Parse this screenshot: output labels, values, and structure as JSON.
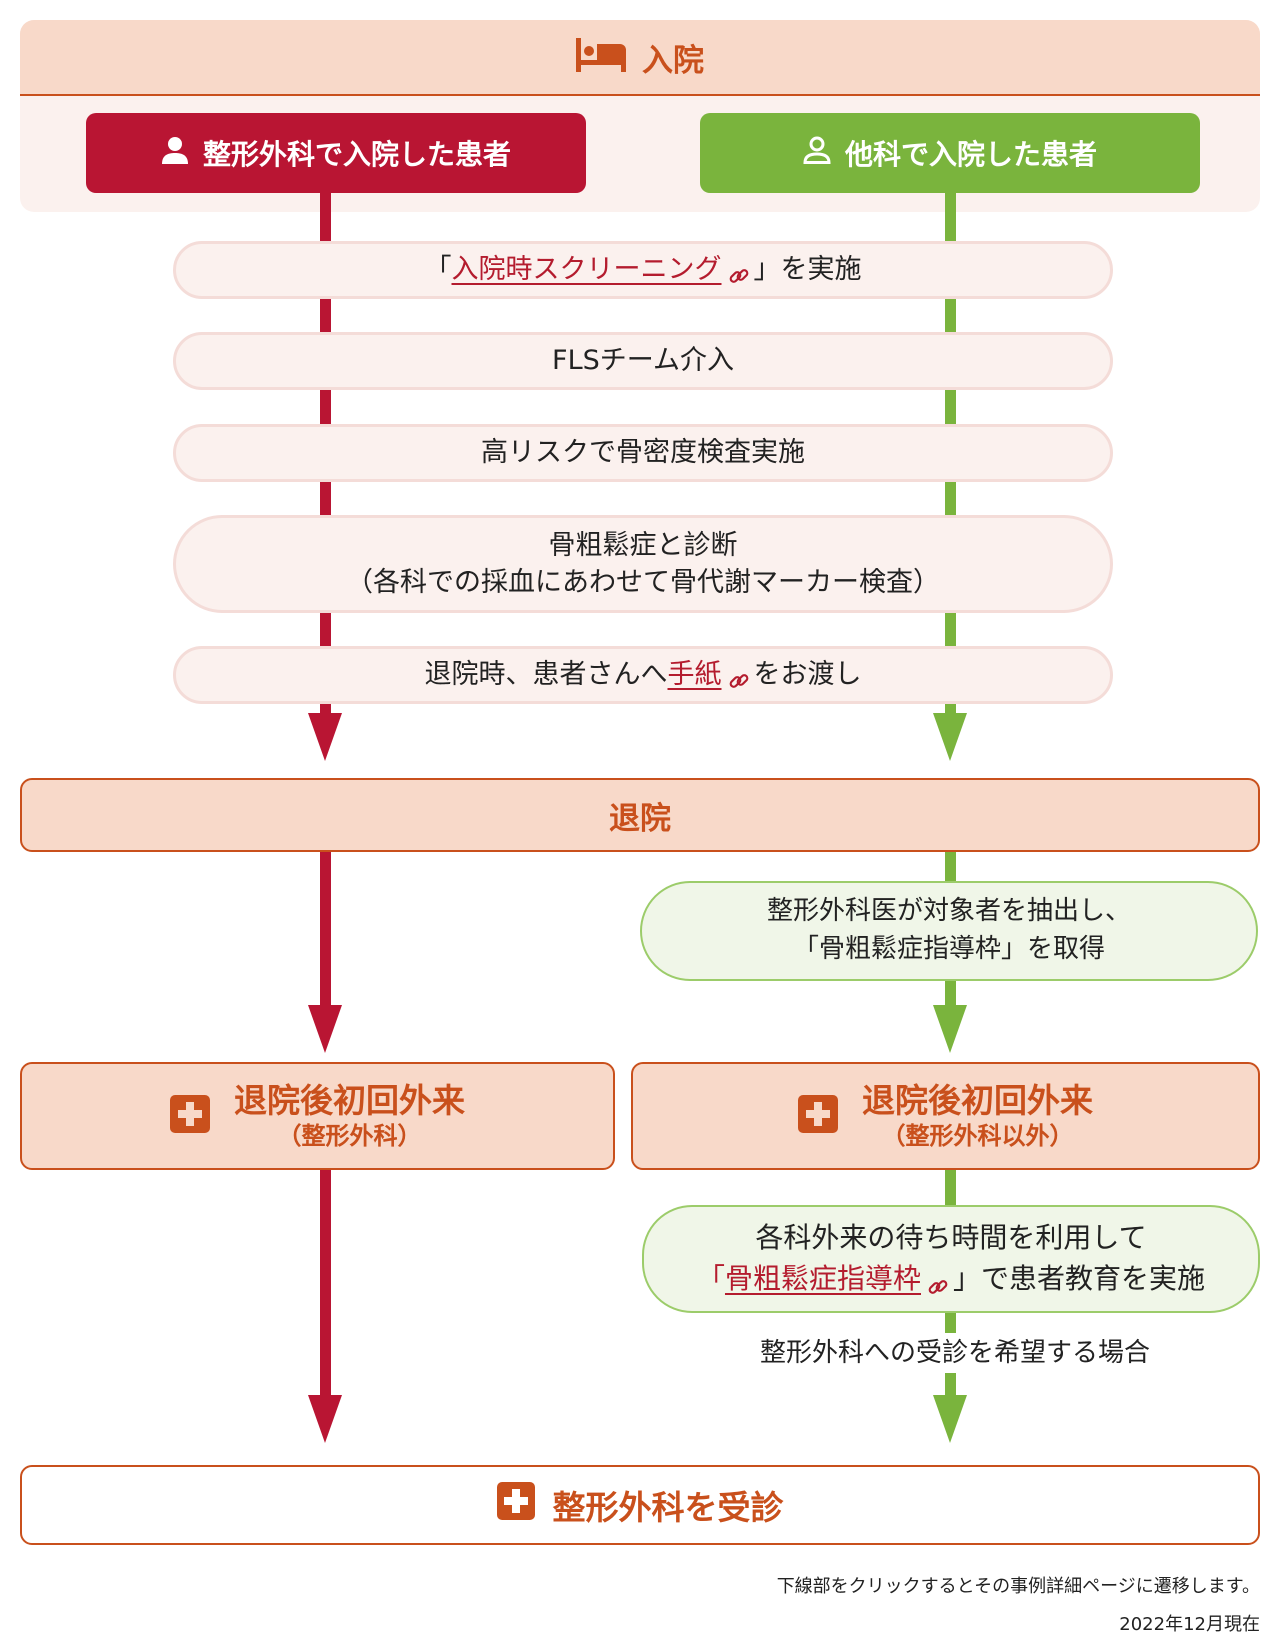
{
  "colors": {
    "accent_orange": "#c9501c",
    "ortho_red": "#b91533",
    "other_green": "#7ab43d",
    "link_red": "#b41c2e",
    "panel_peach": "#f8d9c9"
  },
  "admission": {
    "icon": "bed-icon",
    "title": "入院",
    "ortho_patient": {
      "icon": "user-solid-icon",
      "label": "整形外科で入院した患者"
    },
    "other_patient": {
      "icon": "user-outline-icon",
      "label": "他科で入院した患者"
    }
  },
  "steps": {
    "screening": {
      "prefix": "「",
      "link": "入院時スクリーニング",
      "suffix": "」を実施"
    },
    "fls": {
      "label": "FLSチーム介入"
    },
    "bmd": {
      "label": "高リスクで骨密度検査実施"
    },
    "diagnosis": {
      "line1": "骨粗鬆症と診断",
      "line2": "（各科での採血にあわせて骨代謝マーカー検査）"
    },
    "letter": {
      "prefix": "退院時、患者さんへ",
      "link": "手紙",
      "suffix": "をお渡し"
    }
  },
  "discharge": {
    "label": "退院"
  },
  "other_path": {
    "extract": {
      "line1": "整形外科医が対象者を抽出し、",
      "line2": "「骨粗鬆症指導枠」を取得"
    },
    "education": {
      "line1": "各科外来の待ち時間を利用して",
      "prefix": "「",
      "link": "骨粗鬆症指導枠",
      "suffix": "」で患者教育を実施"
    },
    "condition": "整形外科への受診を希望する場合"
  },
  "outpatient": {
    "ortho": {
      "icon": "medical-cross-icon",
      "main": "退院後初回外来",
      "sub": "（整形外科）"
    },
    "other": {
      "icon": "medical-cross-icon",
      "main": "退院後初回外来",
      "sub": "（整形外科以外）"
    }
  },
  "final": {
    "icon": "medical-cross-icon",
    "label": "整形外科を受診"
  },
  "notes": {
    "link_hint": "下線部をクリックするとその事例詳細ページに遷移します。",
    "as_of": "2022年12月現在"
  }
}
